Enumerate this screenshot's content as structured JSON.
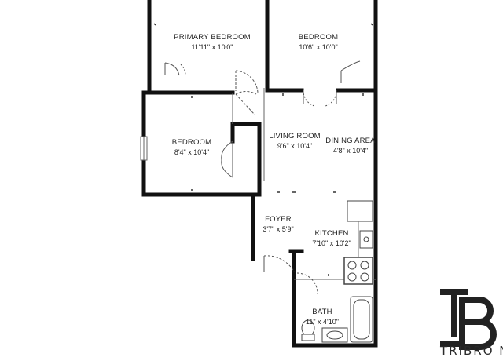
{
  "rooms": {
    "primary_bedroom": {
      "name": "PRIMARY BEDROOM",
      "dim": "11'11\" x 10'0\""
    },
    "bedroom_2": {
      "name": "BEDROOM",
      "dim": "10'6\" x 10'0\""
    },
    "bedroom_3": {
      "name": "BEDROOM",
      "dim": "8'4\" x 10'4\""
    },
    "living_room": {
      "name": "LIVING ROOM",
      "dim": "9'6\" x 10'4\""
    },
    "dining_area": {
      "name": "DINING AREA",
      "dim": "4'8\" x 10'4\""
    },
    "foyer": {
      "name": "FOYER",
      "dim": "3'7\" x 5'9\""
    },
    "kitchen": {
      "name": "KITCHEN",
      "dim": "7'10\" x 10'2\""
    },
    "bath": {
      "name": "BATH",
      "dim": "11\" x 4'10\""
    }
  },
  "brand": {
    "name": "TRIBRO NYC",
    "color": "#222222"
  },
  "colors": {
    "wall": "#111111",
    "line": "#555555"
  }
}
